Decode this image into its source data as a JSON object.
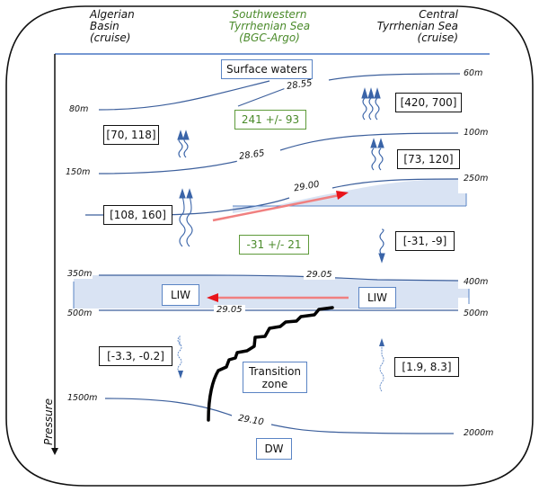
{
  "headers": {
    "left": [
      "Algerian",
      "Basin",
      "(cruise)"
    ],
    "center": [
      "Southwestern",
      "Tyrrhenian Sea",
      "(BGC-Argo)"
    ],
    "right": [
      "Central",
      "Tyrrhenian Sea",
      "(cruise)"
    ]
  },
  "colors": {
    "isopycnal_line": "#3c5f9c",
    "liw_fill": "#d9e3f3",
    "flux_arrow": "#3a64a8",
    "red_arrow": "#ee3b3b",
    "green_text": "#4a8a2a",
    "transition_line": "#000000"
  },
  "water_masses": {
    "surface": "Surface waters",
    "liw_left": "LIW",
    "liw_right": "LIW",
    "transition": [
      "Transition",
      "zone"
    ],
    "deep": "DW"
  },
  "isopycnals": {
    "s2855": "28.55",
    "s2865": "28.65",
    "s2900": "29.00",
    "s2905_top": "29.05",
    "s2905_bottom": "29.05",
    "s2910": "29.10"
  },
  "depths": {
    "left": {
      "d80": "80m",
      "d150": "150m",
      "d350": "350m",
      "d500": "500m",
      "d1500": "1500m"
    },
    "right": {
      "d60": "60m",
      "d100": "100m",
      "d250": "250m",
      "d400": "400m",
      "d500": "500m",
      "d2000": "2000m"
    }
  },
  "fluxes": {
    "algerian": {
      "upper": "[70, 118]",
      "middle": "[108, 160]",
      "deep": "[-3.3, -0.2]"
    },
    "argo": {
      "upper": "241 +/- 93",
      "middle": "-31 +/- 21"
    },
    "central": {
      "upper": "[420, 700]",
      "middle": "[73, 120]",
      "lower": "[-31, -9]",
      "deep": "[1.9, 8.3]"
    }
  },
  "axis": {
    "label": "Pressure"
  }
}
